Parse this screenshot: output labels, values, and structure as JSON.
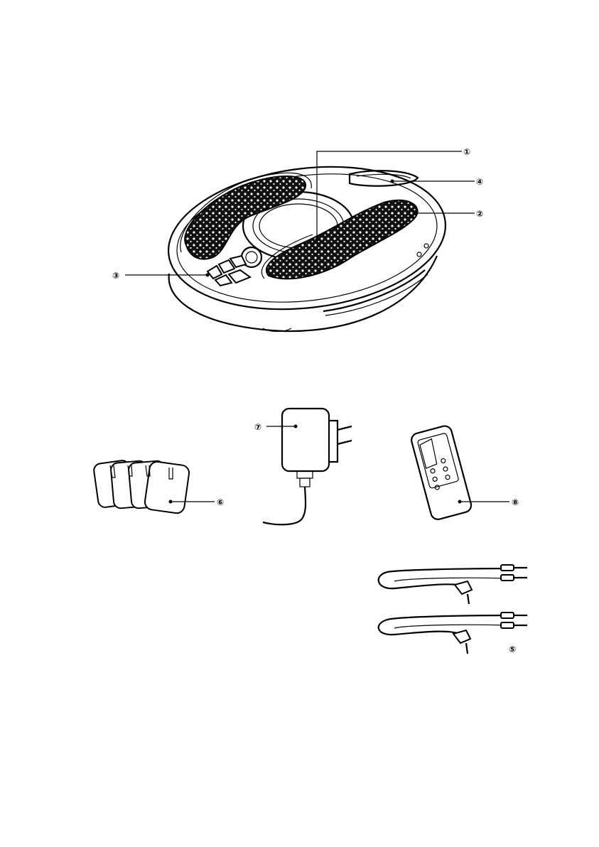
{
  "callouts": [
    {
      "id": "1",
      "label": "①"
    },
    {
      "id": "2",
      "label": "②"
    },
    {
      "id": "3",
      "label": "③"
    },
    {
      "id": "4",
      "label": "④"
    },
    {
      "id": "5",
      "label": "⑤"
    },
    {
      "id": "6",
      "label": "⑥"
    },
    {
      "id": "7",
      "label": "⑦"
    },
    {
      "id": "8",
      "label": "⑧"
    }
  ],
  "colors": {
    "line": "#000000",
    "background": "#ffffff"
  }
}
